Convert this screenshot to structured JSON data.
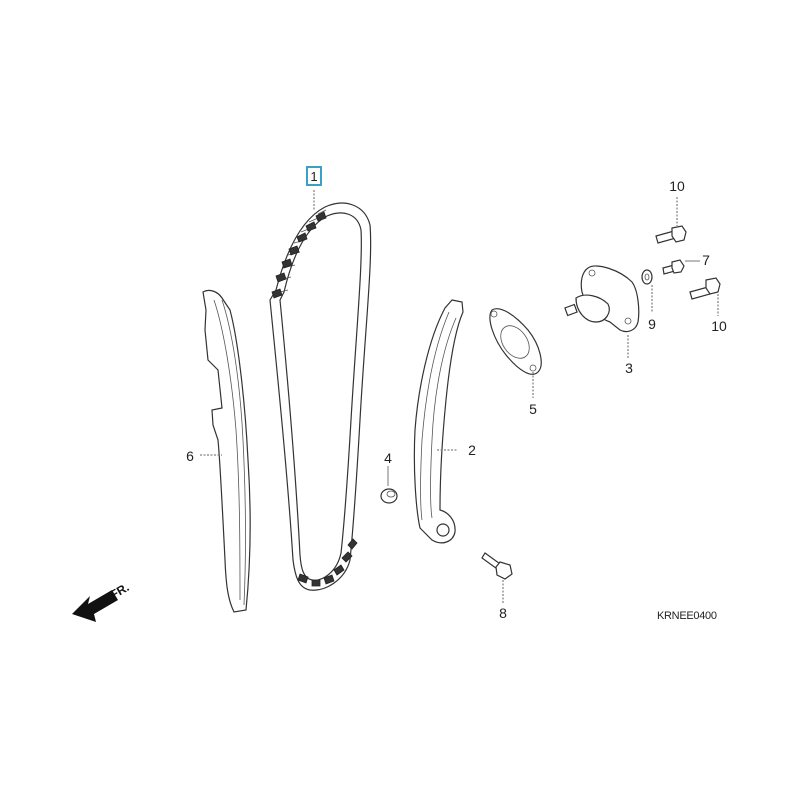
{
  "diagram": {
    "type": "exploded parts diagram",
    "subject": "cam chain / tensioner assembly",
    "diagram_code": "KRNEE0400",
    "direction_indicator": "FR.",
    "highlight_color": "#3aa0c8",
    "parts": [
      {
        "ref": "1",
        "name": "cam chain",
        "highlighted": true
      },
      {
        "ref": "2",
        "name": "tensioner slipper"
      },
      {
        "ref": "3",
        "name": "cam chain tensioner lifter"
      },
      {
        "ref": "4",
        "name": "collar"
      },
      {
        "ref": "5",
        "name": "gasket"
      },
      {
        "ref": "6",
        "name": "chain guide"
      },
      {
        "ref": "7",
        "name": "bolt"
      },
      {
        "ref": "8",
        "name": "flange bolt"
      },
      {
        "ref": "9",
        "name": "washer"
      },
      {
        "ref": "10",
        "name": "flange bolt"
      }
    ],
    "labels": {
      "l1": "1",
      "l2": "2",
      "l3": "3",
      "l4": "4",
      "l5": "5",
      "l6": "6",
      "l7": "7",
      "l8": "8",
      "l9": "9",
      "l10a": "10",
      "l10b": "10"
    }
  }
}
